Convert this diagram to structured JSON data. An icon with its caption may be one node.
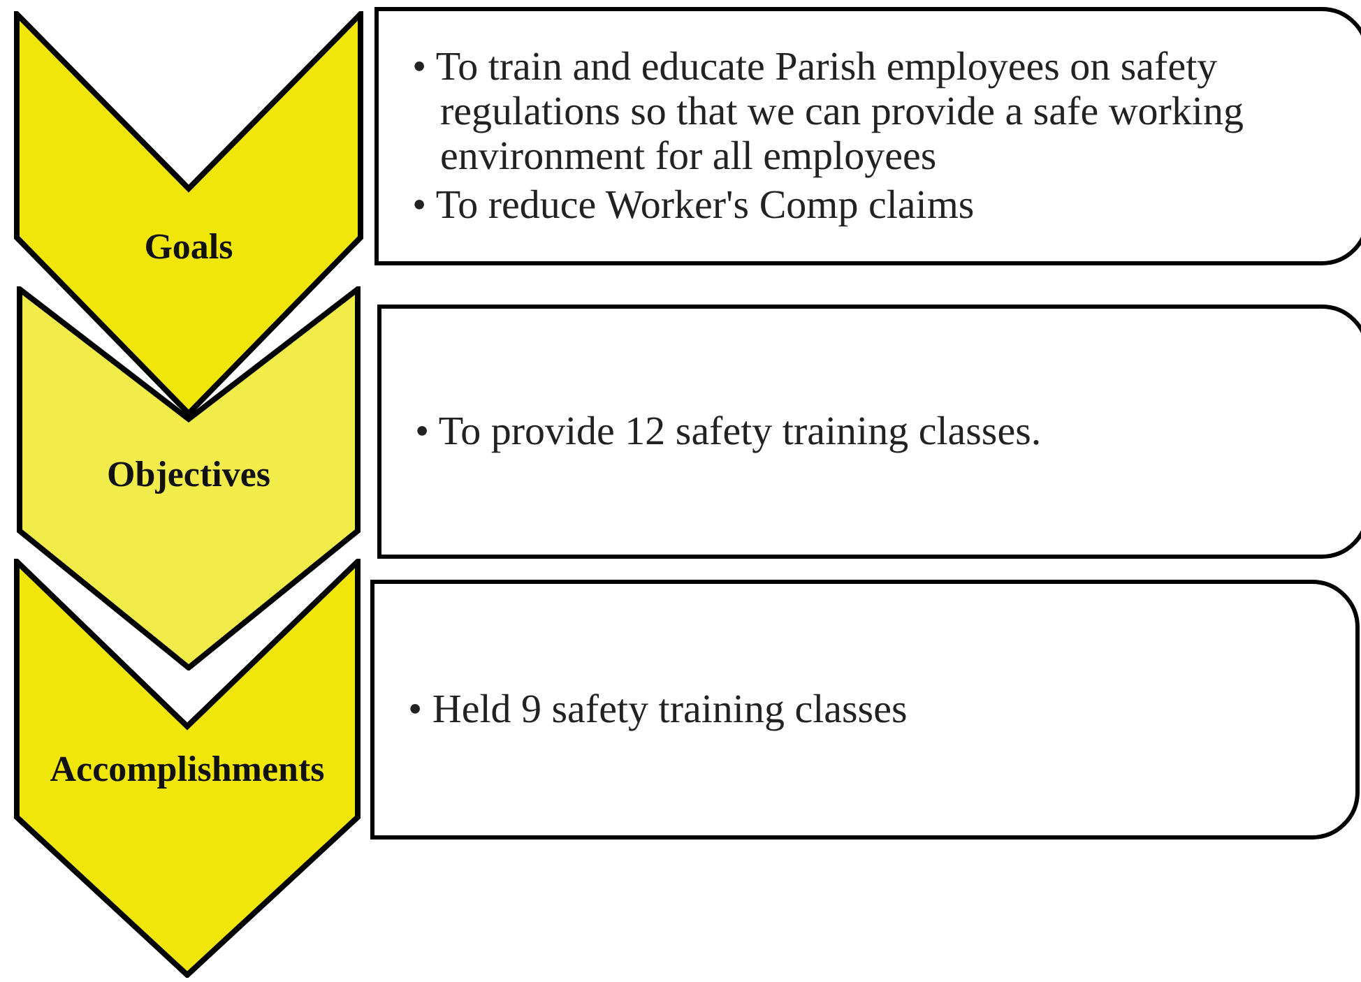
{
  "diagram": {
    "nodes": [
      {
        "text": [
          "Goals"
        ]
      },
      {
        "text": [
          "• To train and educate Parish employees on safety regulations so that we can provide a safe working environment for all employees",
          "• To reduce Worker's Comp claims"
        ]
      },
      {
        "text": [
          "Objectives"
        ]
      },
      {
        "text": [
          "• To provide 12 safety training classes."
        ]
      },
      {
        "text": [
          "Accomplishments"
        ]
      },
      {
        "text": [
          "• Held 9 safety training classes"
        ]
      }
    ]
  }
}
